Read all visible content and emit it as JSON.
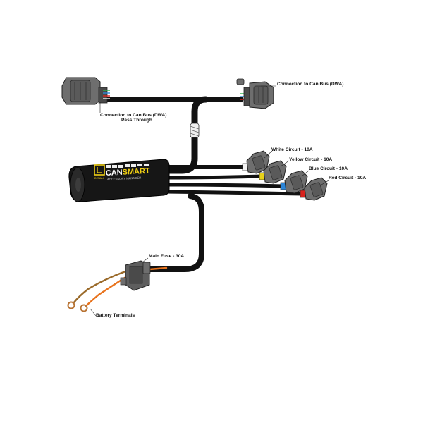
{
  "labels": {
    "can_bus": "Connection to Can Bus (DWA)",
    "can_bus_pass_1": "Connection to Can Bus (DWA)",
    "can_bus_pass_2": "Pass Through",
    "white_circuit": "White Circuit - 10A",
    "yellow_circuit": "Yellow Circuit - 10A",
    "blue_circuit": "Blue Circuit - 10A",
    "red_circuit": "Red Circuit - 10A",
    "main_fuse": "Main Fuse - 30A",
    "battery_terminals": "Battery Terminals"
  },
  "device": {
    "brand_prefix": "CAN",
    "brand_suffix": "SMART",
    "subtitle": "ACCESSORY MANAGER",
    "logo_small": "DENALI"
  },
  "colors": {
    "cable": "#111111",
    "connector_body": "#6e6e6e",
    "connector_dark": "#4a4a4a",
    "brand_yellow": "#f0cf14",
    "wire_white": "#f2f2f2",
    "wire_yellow": "#e8d21a",
    "wire_blue": "#2d86d8",
    "wire_red": "#d8221d",
    "wire_orange": "#e8731d",
    "wire_brown": "#9a6a2a",
    "terminal_ring": "#b87333"
  }
}
